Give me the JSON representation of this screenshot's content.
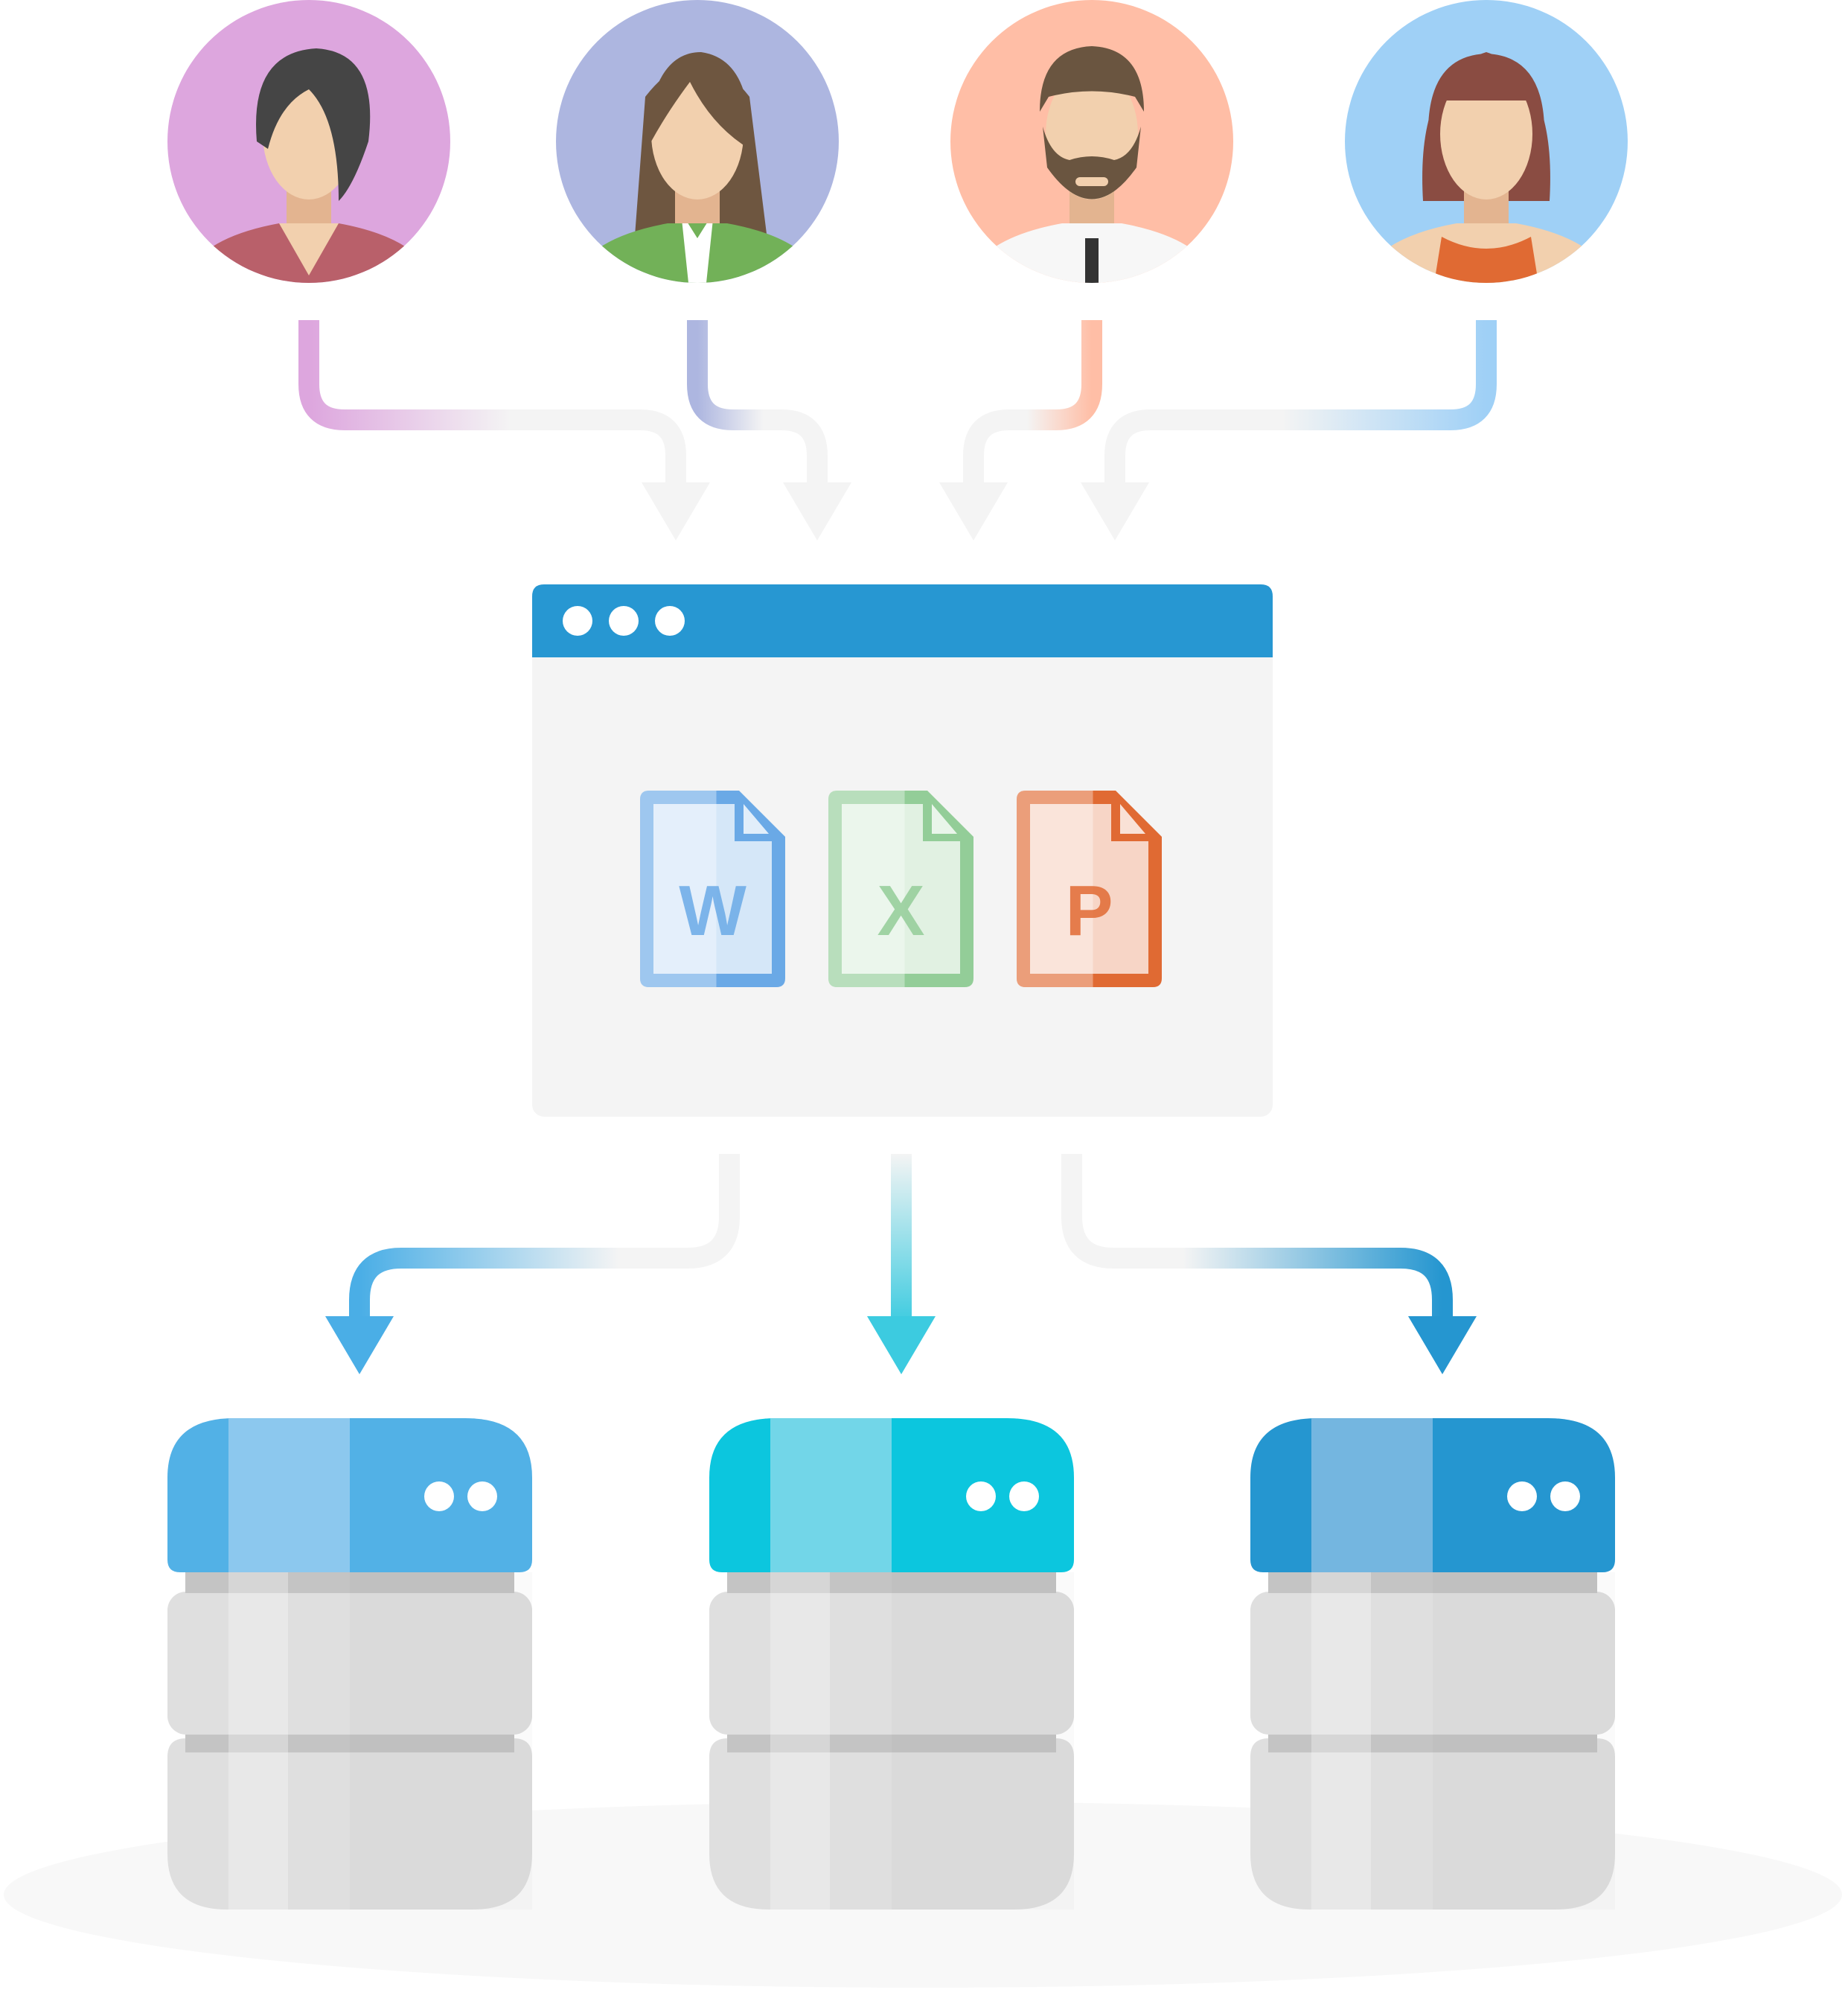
{
  "diagram": {
    "users": [
      {
        "id": "user-1",
        "circle_color": "#dda6de",
        "hair_color": "#454545",
        "shirt_color": "#b9606a",
        "connector_color": "#dda6de"
      },
      {
        "id": "user-2",
        "circle_color": "#adb6e0",
        "hair_color": "#6e5640",
        "shirt_color": "#72b158",
        "connector_color": "#adb6e0"
      },
      {
        "id": "user-3",
        "circle_color": "#ffbea6",
        "hair_color": "#6a5540",
        "shirt_color": "#ffffff",
        "connector_color": "#ffbea6"
      },
      {
        "id": "user-4",
        "circle_color": "#9fd0f6",
        "hair_color": "#8a4c42",
        "shirt_color": "#e06a33",
        "connector_color": "#9fd0f6"
      }
    ],
    "app_window": {
      "titlebar_color": "#2797d2",
      "body_color": "#f4f4f4",
      "documents": [
        {
          "id": "word-document",
          "letter": "W",
          "color": "#6aa9e6",
          "light": "#c3dcf4"
        },
        {
          "id": "excel-document",
          "letter": "X",
          "color": "#93cd98",
          "light": "#cfe9d1"
        },
        {
          "id": "powerpoint-document",
          "letter": "P",
          "color": "#e06a33",
          "light": "#f2c9ae"
        }
      ]
    },
    "servers": [
      {
        "id": "server-1",
        "top_color": "#52b1e6",
        "top_highlight": "#8cc8ee",
        "arrow_color": "#4aaee6"
      },
      {
        "id": "server-2",
        "top_color": "#0cc6de",
        "top_highlight": "#72d6e8",
        "arrow_color": "#3ccbe0"
      },
      {
        "id": "server-3",
        "top_color": "#2596d0",
        "top_highlight": "#74b6e0",
        "arrow_color": "#2596d0"
      }
    ],
    "connector_neutral_color": "#f4f4f4",
    "server_body_color": "#dfdfdf"
  }
}
